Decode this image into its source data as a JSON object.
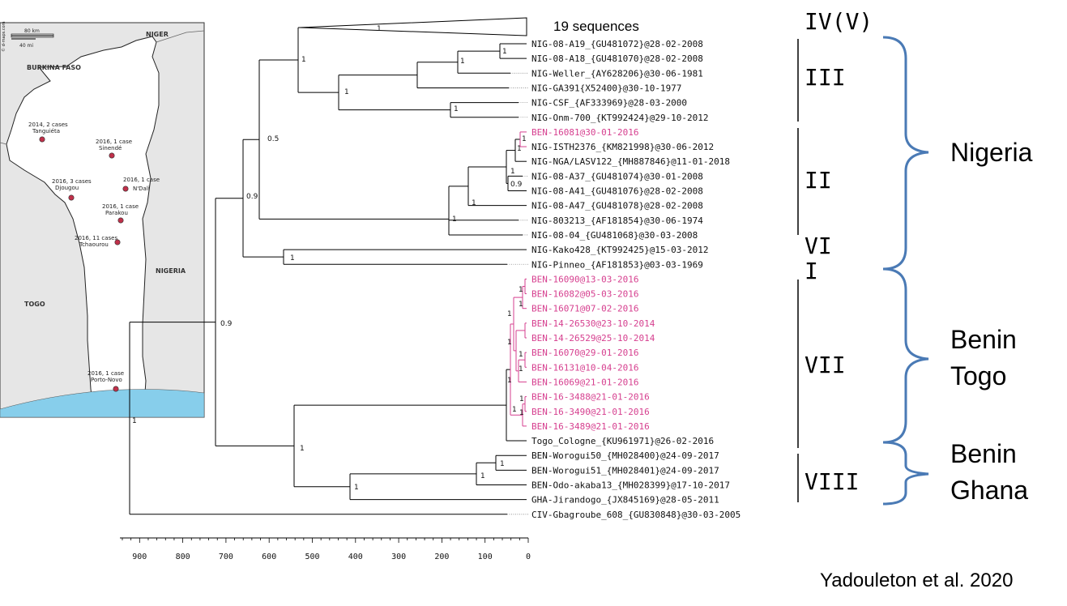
{
  "map": {
    "countries": {
      "niger": "NIGER",
      "burkina": "BURKINA FASO",
      "nigeria": "NIGERIA",
      "togo": "TOGO"
    },
    "scale": {
      "km": "80 km",
      "mi": "40 mi"
    },
    "credit": "© d-maps.com",
    "cases": [
      {
        "line1": "2014, 2 cases",
        "line2": "Tanguiéta"
      },
      {
        "line1": "2016, 1 case",
        "line2": "Sinendé"
      },
      {
        "line1": "2016, 3 cases",
        "line2": "Djougou"
      },
      {
        "line1": "2016, 1 case",
        "line2": "N'Dali"
      },
      {
        "line1": "2016, 1 case",
        "line2": "Parakou"
      },
      {
        "line1": "2016, 11 cases",
        "line2": "Tchaourou"
      },
      {
        "line1": "2016, 1 case",
        "line2": "Porto-Novo"
      }
    ]
  },
  "tree": {
    "collapsed_label": "19 sequences",
    "leaves": [
      {
        "label": "NIG-08-A19_{GU481072}@28-02-2008",
        "benin": false
      },
      {
        "label": "NIG-08-A18_{GU481070}@28-02-2008",
        "benin": false
      },
      {
        "label": "NIG-Weller_{AY628206}@30-06-1981",
        "benin": false
      },
      {
        "label": "NIG-GA391{X52400}@30-10-1977",
        "benin": false
      },
      {
        "label": "NIG-CSF_{AF333969}@28-03-2000",
        "benin": false
      },
      {
        "label": "NIG-Onm-700_{KT992424}@29-10-2012",
        "benin": false
      },
      {
        "label": "BEN-16081@30-01-2016",
        "benin": true
      },
      {
        "label": "NIG-ISTH2376_{KM821998}@30-06-2012",
        "benin": false
      },
      {
        "label": "NIG-NGA/LASV122_{MH887846}@11-01-2018",
        "benin": false
      },
      {
        "label": "NIG-08-A37_{GU481074}@30-01-2008",
        "benin": false
      },
      {
        "label": "NIG-08-A41_{GU481076}@28-02-2008",
        "benin": false
      },
      {
        "label": "NIG-08-A47_{GU481078}@28-02-2008",
        "benin": false
      },
      {
        "label": "NIG-803213_{AF181854}@30-06-1974",
        "benin": false
      },
      {
        "label": "NIG-08-04_{GU481068}@30-03-2008",
        "benin": false
      },
      {
        "label": "NIG-Kako428_{KT992425}@15-03-2012",
        "benin": false
      },
      {
        "label": "NIG-Pinneo_{AF181853}@03-03-1969",
        "benin": false
      },
      {
        "label": "BEN-16090@13-03-2016",
        "benin": true
      },
      {
        "label": "BEN-16082@05-03-2016",
        "benin": true
      },
      {
        "label": "BEN-16071@07-02-2016",
        "benin": true
      },
      {
        "label": "BEN-14-26530@23-10-2014",
        "benin": true
      },
      {
        "label": "BEN-14-26529@25-10-2014",
        "benin": true
      },
      {
        "label": "BEN-16070@29-01-2016",
        "benin": true
      },
      {
        "label": "BEN-16131@10-04-2016",
        "benin": true
      },
      {
        "label": "BEN-16069@21-01-2016",
        "benin": true
      },
      {
        "label": "BEN-16-3488@21-01-2016",
        "benin": true
      },
      {
        "label": "BEN-16-3490@21-01-2016",
        "benin": true
      },
      {
        "label": "BEN-16-3489@21-01-2016",
        "benin": true
      },
      {
        "label": "Togo_Cologne_{KU961971}@26-02-2016",
        "benin": false
      },
      {
        "label": "BEN-Worogui50_{MH028400}@24-09-2017",
        "benin": false
      },
      {
        "label": "BEN-Worogui51_{MH028401}@24-09-2017",
        "benin": false
      },
      {
        "label": "BEN-Odo-akaba13_{MH028399}@17-10-2017",
        "benin": false
      },
      {
        "label": "GHA-Jirandogo_{JX845169}@28-05-2011",
        "benin": false
      },
      {
        "label": "CIV-Gbagroube_608_{GU830848}@30-03-2005",
        "benin": false
      }
    ],
    "support_values": [
      "1",
      "1",
      "1",
      "1",
      "1",
      "1",
      "0.5",
      "0.9",
      "1",
      "1",
      "1",
      "0.9",
      "1",
      "1",
      "1",
      "0.9",
      "1",
      "1",
      "1",
      "1",
      "1",
      "1",
      "1",
      "1",
      "1",
      "1",
      "1",
      "1",
      "1",
      "1",
      "1"
    ],
    "axis_ticks": [
      "900",
      "800",
      "700",
      "600",
      "500",
      "400",
      "300",
      "200",
      "100",
      "0"
    ]
  },
  "lineages": [
    "IV(V)",
    "III",
    "II",
    "VI",
    "I",
    "VII",
    "VIII"
  ],
  "regions": [
    {
      "line1": "Nigeria",
      "line2": ""
    },
    {
      "line1": "Benin",
      "line2": "Togo"
    },
    {
      "line1": "Benin",
      "line2": "Ghana"
    }
  ],
  "citation": "Yadouleton et al. 2020",
  "colors": {
    "benin_pink": "#d63f8f",
    "bracket_blue": "#4a7ab5",
    "sea": "#87ceeb",
    "land": "#e6e6e6"
  }
}
